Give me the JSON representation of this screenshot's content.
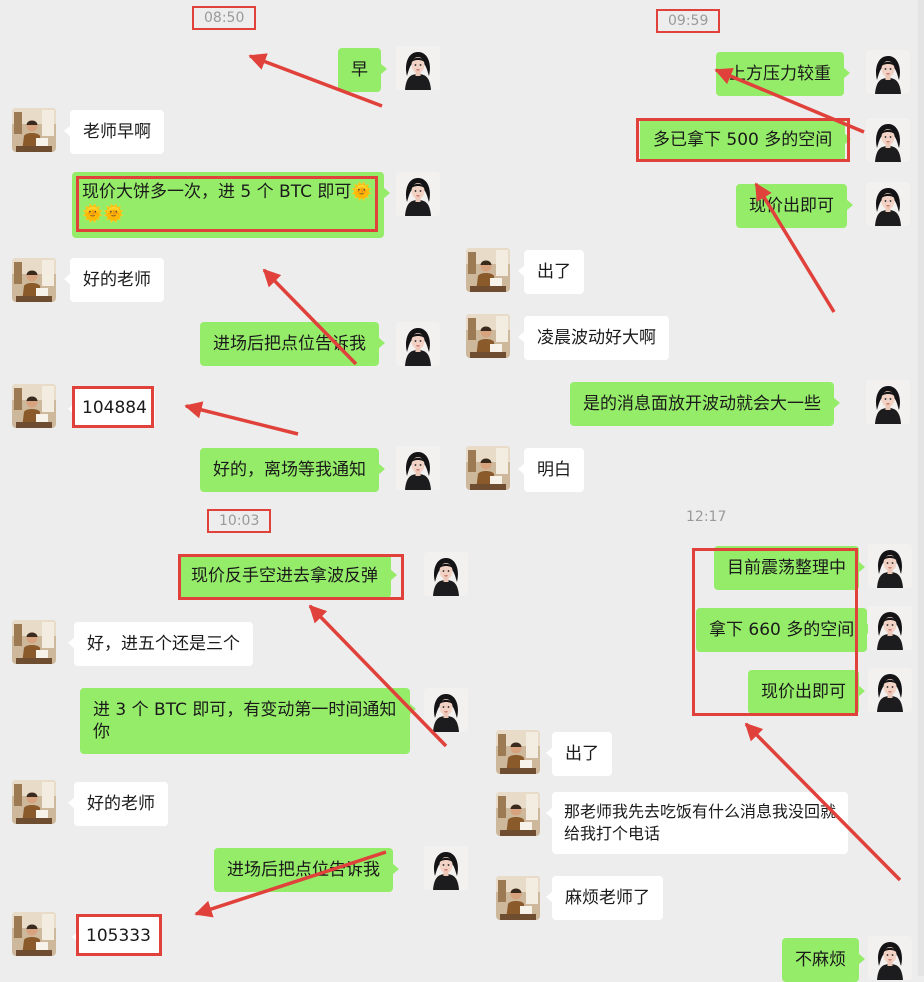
{
  "timestamps": [
    "08:50",
    "09:59",
    "10:03",
    "12:17"
  ],
  "messages": {
    "m1": "早",
    "m2": "老师早啊",
    "m3": "现价大饼多一次，进 5 个 BTC 即可",
    "m3_emoji": "🌞",
    "m3_emoji_row": "🌞🌞",
    "m4": "好的老师",
    "m5": "进场后把点位告诉我",
    "m6": "104884",
    "m7": "好的，离场等我通知",
    "r1": "上方压力较重",
    "r2": "多已拿下 500 多的空间",
    "r3": "现价出即可",
    "r4": "出了",
    "r5": "凌晨波动好大啊",
    "r6": "是的消息面放开波动就会大一些",
    "r7": "明白",
    "b1": "现价反手空进去拿波反弹",
    "b2": "好，进五个还是三个",
    "b3": "进 3 个 BTC 即可，有变动第一时间通知你",
    "b4": "好的老师",
    "b5": "进场后把点位告诉我",
    "b6": "105333",
    "s1": "目前震荡整理中",
    "s2": "拿下 660 多的空间",
    "s3": "现价出即可",
    "s4": "出了",
    "s5": "那老师我先去吃饭有什么消息我没回就给我打个电话",
    "s6": "麻烦老师了",
    "s7": "不麻烦"
  },
  "icons": {
    "teacher_avatar": "woman-portrait-avatar",
    "client_avatar": "man-reading-avatar",
    "annotation": "red-arrow-icon"
  },
  "colors": {
    "background": "#ededed",
    "sent_bubble": "#95ec69",
    "received_bubble": "#ffffff",
    "highlight": "#e0413a",
    "timestamp": "#9a9a9a"
  }
}
